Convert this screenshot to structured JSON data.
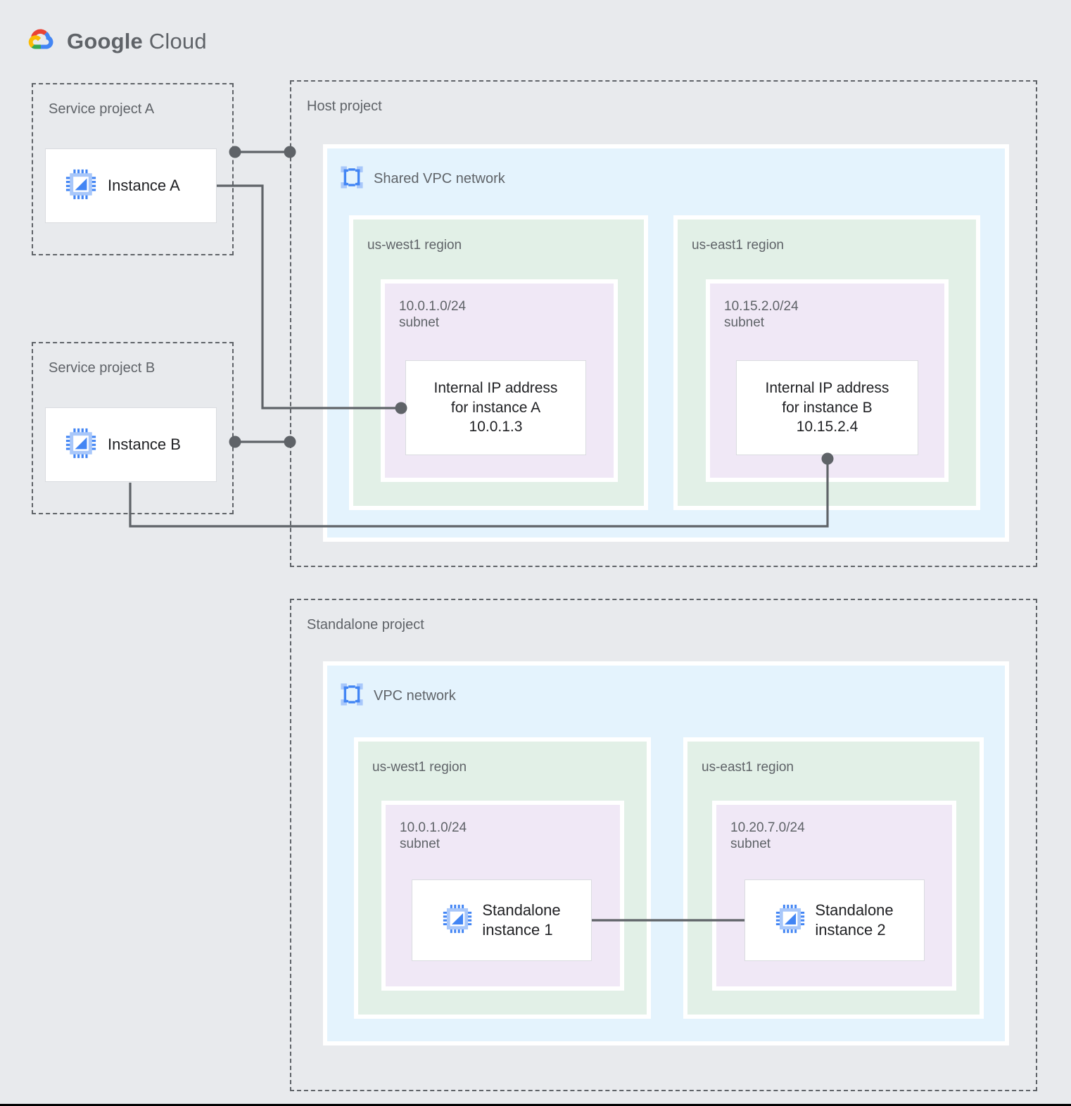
{
  "brand": {
    "name_bold": "Google",
    "name_light": " Cloud",
    "logo": "google-cloud-logo"
  },
  "colors": {
    "page_background": "#e8eaed",
    "vpc_fill": "#e4f3fd",
    "region_fill": "#e2f0e7",
    "subnet_fill": "#f0e8f6",
    "card_fill": "#ffffff",
    "project_border": "#5f6368",
    "label_text": "#5f6368",
    "body_text": "#202124",
    "connector": "#5f6368",
    "icon_blue": "#4285f4",
    "icon_blue_light": "#a8c7fa"
  },
  "projects": {
    "service_a": {
      "title": "Service project A"
    },
    "service_b": {
      "title": "Service project B"
    },
    "host": {
      "title": "Host project"
    },
    "standalone": {
      "title": "Standalone project"
    }
  },
  "networks": {
    "shared_vpc": {
      "label": "Shared VPC network",
      "icon": "vpc-network-icon"
    },
    "vpc": {
      "label": "VPC network",
      "icon": "vpc-network-icon"
    }
  },
  "host_regions": [
    {
      "name": "us-west1 region",
      "subnet": "10.0.1.0/24\nsubnet",
      "card": "Internal IP address\nfor instance A\n10.0.1.3"
    },
    {
      "name": "us-east1 region",
      "subnet": "10.15.2.0/24\nsubnet",
      "card": "Internal IP address\nfor instance B\n10.15.2.4"
    }
  ],
  "standalone_regions": [
    {
      "name": "us-west1 region",
      "subnet": "10.0.1.0/24\nsubnet",
      "instance": "Standalone\ninstance 1"
    },
    {
      "name": "us-east1 region",
      "subnet": "10.20.7.0/24\nsubnet",
      "instance": "Standalone\ninstance 2"
    }
  ],
  "instances": {
    "a": {
      "label": "Instance A",
      "icon": "vm-instance-icon"
    },
    "b": {
      "label": "Instance B",
      "icon": "vm-instance-icon"
    }
  }
}
